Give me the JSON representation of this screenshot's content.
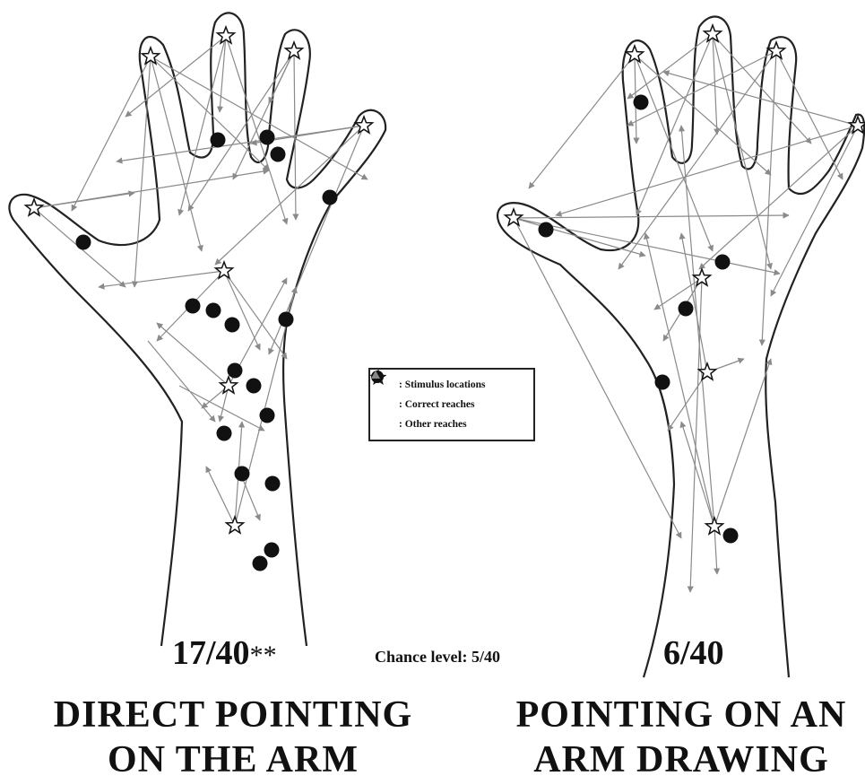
{
  "legend": {
    "stimulus": ": Stimulus locations",
    "correct": ": Correct reaches",
    "other": ": Other reaches"
  },
  "chance_label": "Chance level: 5/40",
  "panels": [
    {
      "score": "17/40",
      "significance": "**",
      "caption_line1": "DIRECT POINTING",
      "caption_line2": "ON THE ARM"
    },
    {
      "score": "6/40",
      "caption_line1": "POINTING ON AN",
      "caption_line2": "ARM DRAWING"
    }
  ],
  "colors": {
    "outline": "#222222",
    "arrow": "#8a8a8a",
    "dot": "#111111",
    "text": "#111111"
  }
}
